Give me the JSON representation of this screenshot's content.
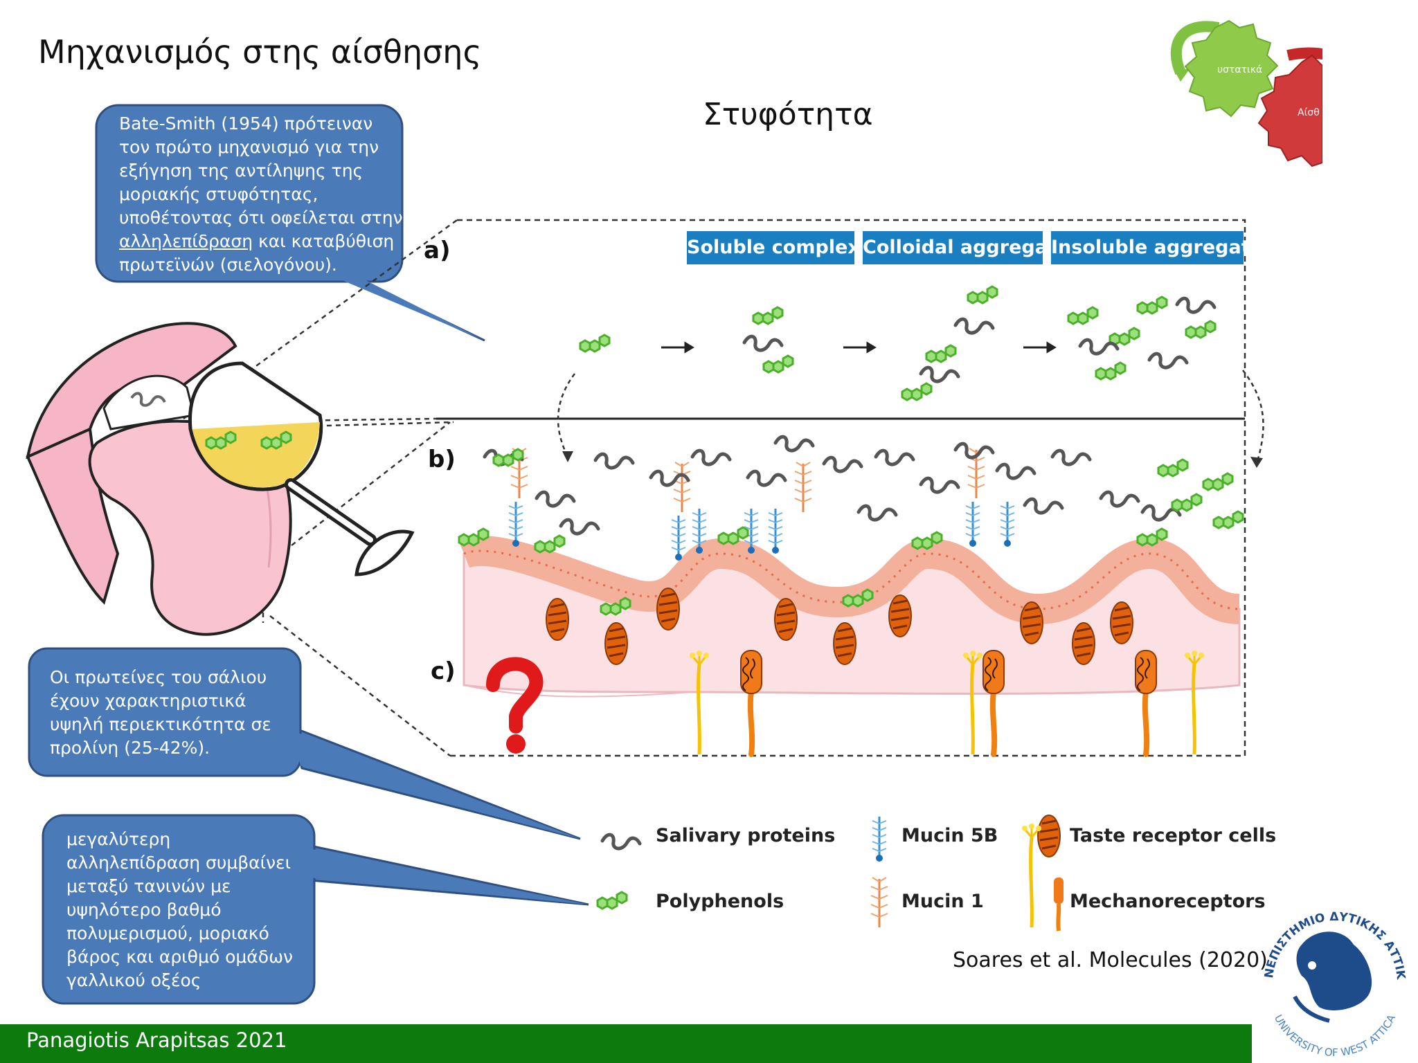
{
  "title": "Μηχανισμός στης αίσθησης",
  "subtitle": "Στυφότητα",
  "callouts": {
    "top": {
      "lines": [
        "Bate-Smith (1954) πρότειναν",
        "τον πρώτο μηχανισμό για την",
        "εξήγηση της αντίληψης της",
        "μοριακής στυφότητας,",
        "υποθέτοντας ότι οφείλεται στην"
      ],
      "underlined": "αλληλεπίδραση",
      "line6_rest": " και καταβύθιση",
      "line7": "πρωτεϊνών (σιελογόνου)."
    },
    "middle": {
      "lines": [
        "Οι πρωτείνες του σάλιου",
        "έχουν χαρακτηριστικά",
        "υψηλή περιεκτικότητα σε",
        "προλίνη (25-42%)."
      ]
    },
    "bottom": {
      "lines": [
        "μεγαλύτερη",
        "αλληλεπίδραση συμβαίνει",
        "μεταξύ τανινών με",
        "υψηλότερο βαθμό",
        "πολυμερισμού, μοριακό",
        "βάρος και αριθμό ομάδων",
        "γαλλικού οξέος"
      ]
    }
  },
  "panels": {
    "a": "a)",
    "b": "b)",
    "c": "c)",
    "headers": [
      "Soluble complexes",
      "Colloidal aggregates",
      "Insoluble aggregates"
    ]
  },
  "legend": {
    "salivary": "Salivary proteins",
    "polyphenols": "Polyphenols",
    "mucin5b": "Mucin 5B",
    "mucin1": "Mucin 1",
    "taste": "Taste receptor cells",
    "mechano": "Mechanoreceptors"
  },
  "citation": "Soares et al. Molecules (2020)",
  "footer": "Panagiotis Arapitsas 2021",
  "nav": {
    "green_label": "υστατικά",
    "red_label": "Αίσθ"
  },
  "logo": {
    "top_arc": "ΠΑΝΕΠΙΣΤΗΜΙΟ ΔΥΤΙΚΗΣ ΑΤΤΙΚΗΣ",
    "bottom_arc": "UNIVERSITY OF WEST ATTICA"
  },
  "colors": {
    "callout_fill": "#4a7ab8",
    "callout_stroke": "#2e4f80",
    "header_blue": "#1a7fc1",
    "polyphenol_green": "#7ad14e",
    "footer_green": "#0d7a0d",
    "logo_blue": "#1e4c8a",
    "question_red": "#e01a1a"
  }
}
